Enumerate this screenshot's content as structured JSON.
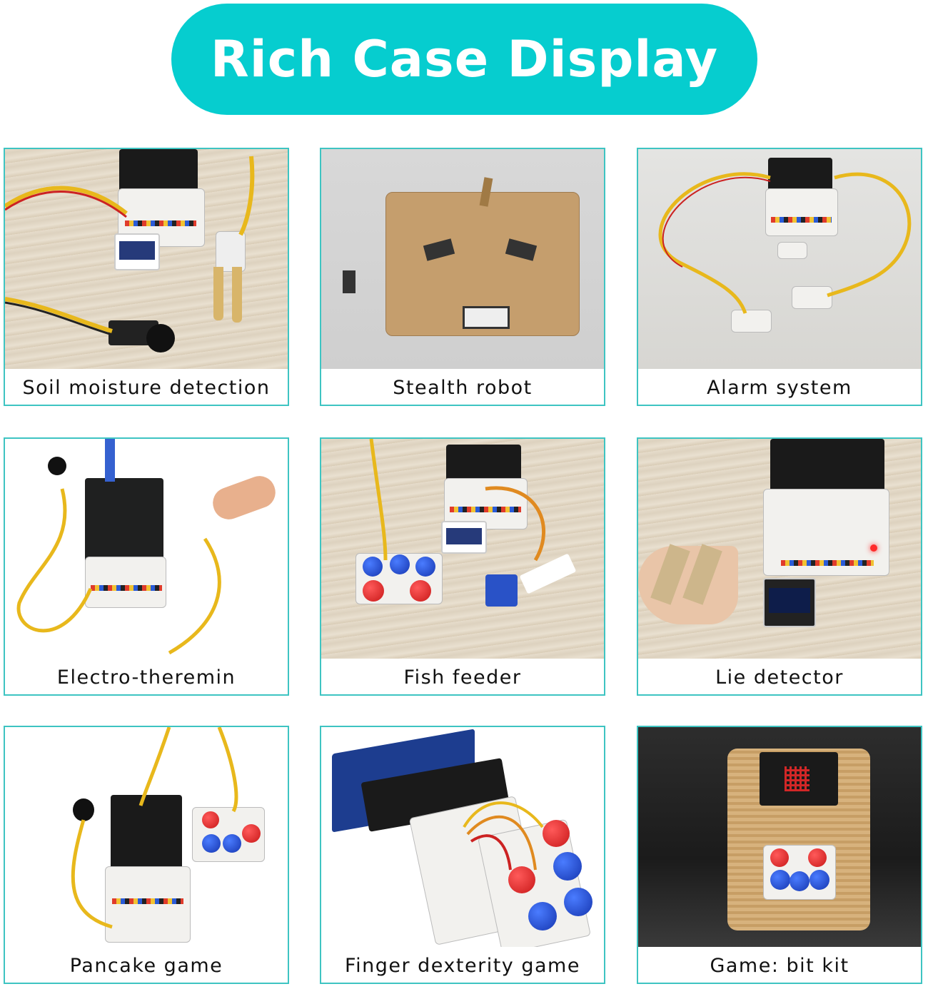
{
  "banner": {
    "title": "Rich Case Display",
    "color": "#06CDCF"
  },
  "cards": [
    {
      "label": "Soil moisture detection",
      "scene": "wood"
    },
    {
      "label": "Stealth robot",
      "scene": "grey"
    },
    {
      "label": "Alarm system",
      "scene": "grey"
    },
    {
      "label": "Electro-theremin",
      "scene": "white"
    },
    {
      "label": "Fish feeder",
      "scene": "wood"
    },
    {
      "label": "Lie detector",
      "scene": "wood"
    },
    {
      "label": "Pancake game",
      "scene": "white"
    },
    {
      "label": "Finger dexterity game",
      "scene": "white"
    },
    {
      "label": "Game: bit kit",
      "scene": "dark"
    }
  ],
  "border_color": "#3EC4C2"
}
